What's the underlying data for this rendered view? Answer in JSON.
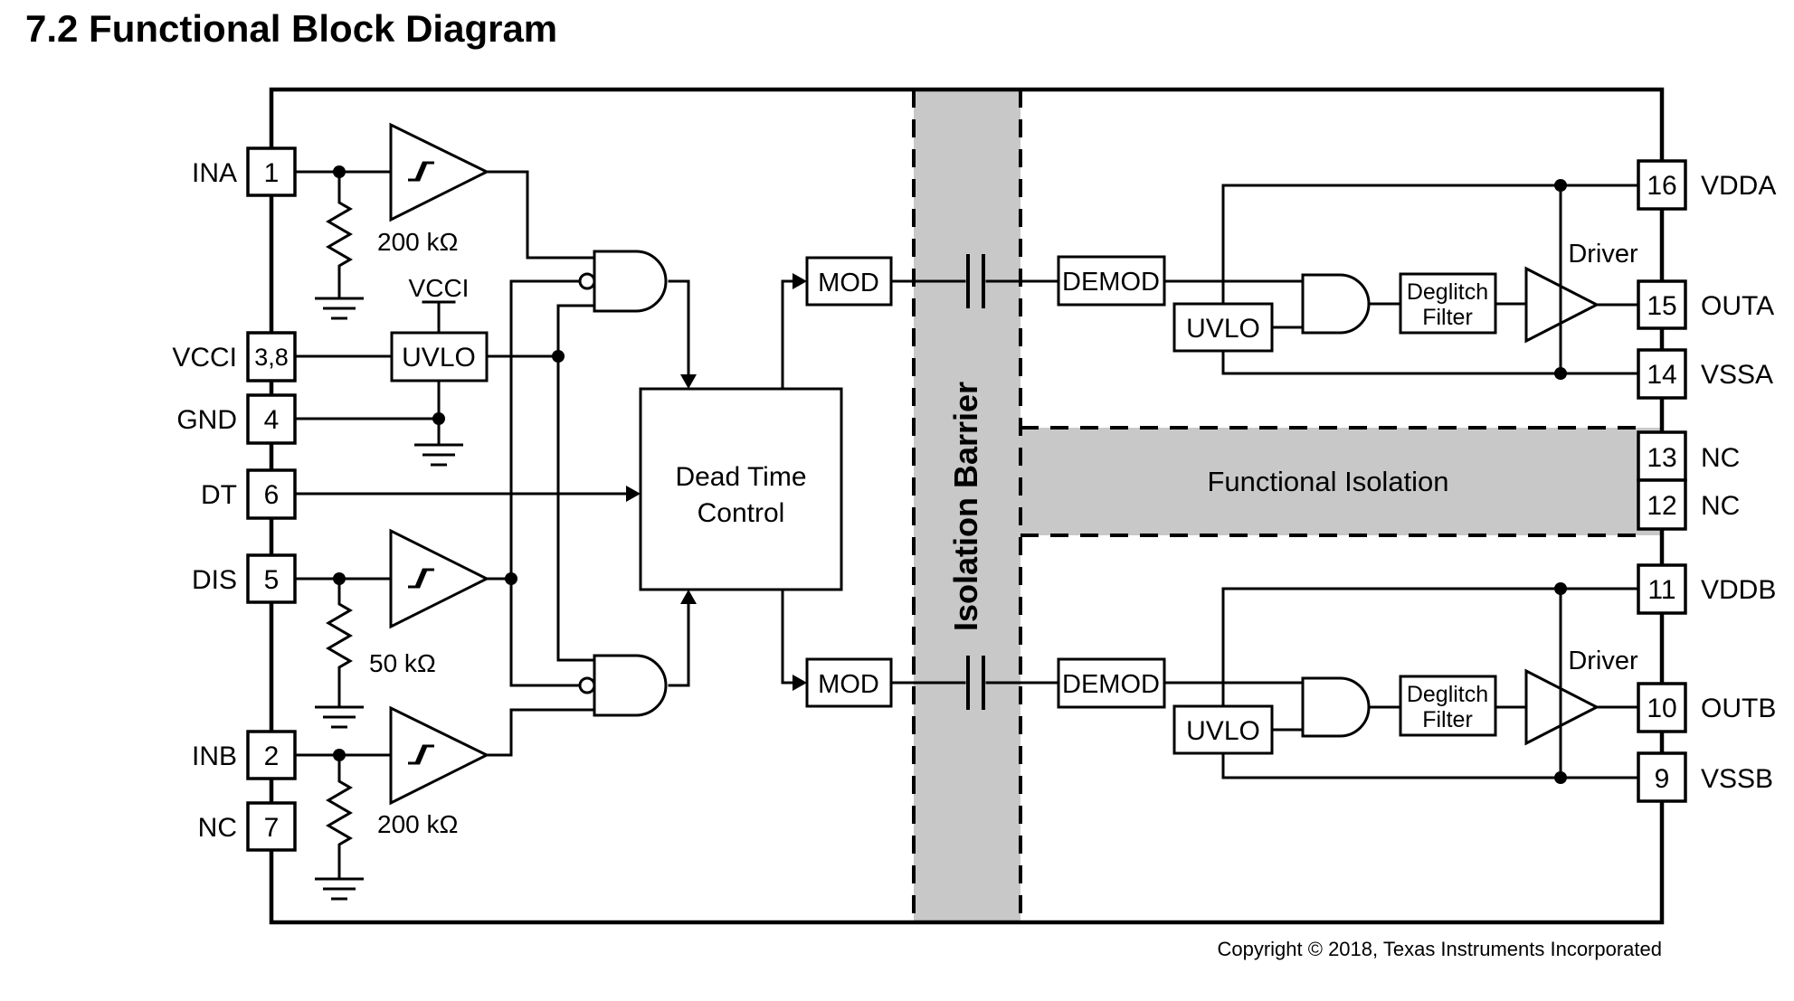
{
  "title": "7.2 Functional Block Diagram",
  "colors": {
    "band_gray": "#c8c8c8",
    "line_black": "#000000"
  },
  "pins": {
    "left": [
      {
        "label": "INA",
        "num": "1"
      },
      {
        "label": "VCCI",
        "num": "3,8"
      },
      {
        "label": "GND",
        "num": "4"
      },
      {
        "label": "DT",
        "num": "6"
      },
      {
        "label": "DIS",
        "num": "5"
      },
      {
        "label": "INB",
        "num": "2"
      },
      {
        "label": "NC",
        "num": "7"
      }
    ],
    "right": [
      {
        "num": "16",
        "label": "VDDA"
      },
      {
        "num": "15",
        "label": "OUTA"
      },
      {
        "num": "14",
        "label": "VSSA"
      },
      {
        "num": "13",
        "label": "NC"
      },
      {
        "num": "12",
        "label": "NC"
      },
      {
        "num": "11",
        "label": "VDDB"
      },
      {
        "num": "10",
        "label": "OUTB"
      },
      {
        "num": "9",
        "label": "VSSB"
      }
    ]
  },
  "blocks": {
    "uvlo": "UVLO",
    "mod": "MOD",
    "demod": "DEMOD",
    "dead_time": [
      "Dead Time",
      "Control"
    ],
    "deglitch": [
      "Deglitch",
      "Filter"
    ],
    "driver": "Driver"
  },
  "nets": {
    "vcci_supply": "VCCI"
  },
  "resistors": {
    "ina": "200 kΩ",
    "dis": "50 kΩ",
    "inb": "200 kΩ"
  },
  "bands": {
    "isolation_barrier": "Isolation Barrier",
    "functional_isolation": "Functional Isolation"
  },
  "footer": {
    "copyright": "Copyright © 2018, Texas Instruments Incorporated"
  }
}
